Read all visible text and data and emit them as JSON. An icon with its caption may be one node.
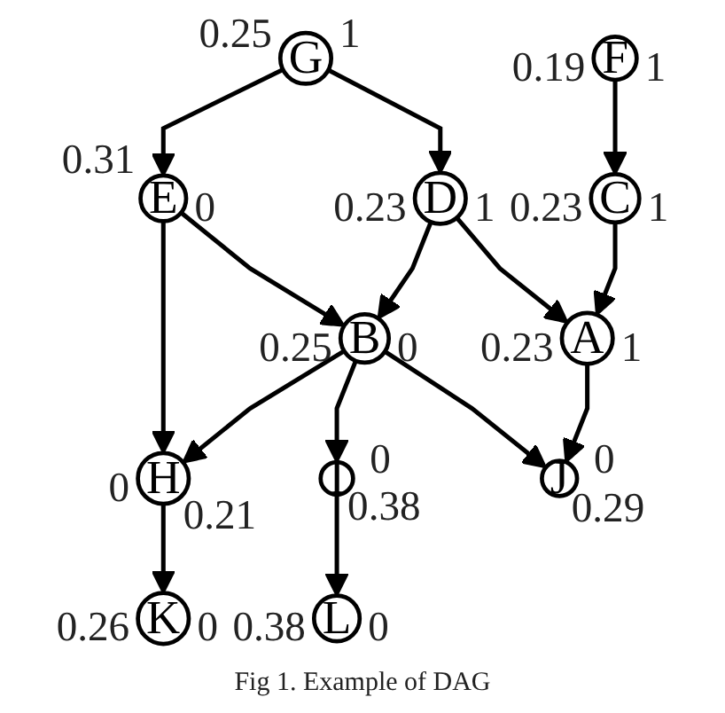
{
  "diagram": {
    "caption": "Fig 1. Example of DAG",
    "nodes": [
      {
        "text": [
          "G"
        ],
        "beside": [
          "0.25",
          "1"
        ]
      },
      {
        "text": [
          "F"
        ],
        "beside": [
          "0.19",
          "1"
        ]
      },
      {
        "text": [
          "E"
        ],
        "beside": [
          "0.31",
          "0"
        ]
      },
      {
        "text": [
          "D"
        ],
        "beside": [
          "0.23",
          "1"
        ]
      },
      {
        "text": [
          "C"
        ],
        "beside": [
          "0.23",
          "1"
        ]
      },
      {
        "text": [
          "B"
        ],
        "beside": [
          "0.25",
          "0"
        ]
      },
      {
        "text": [
          "A"
        ],
        "beside": [
          "0.23",
          "1"
        ]
      },
      {
        "text": [
          "H"
        ],
        "beside": [
          "0",
          "0.21"
        ]
      },
      {
        "text": [
          "I"
        ],
        "beside": [
          "0",
          "0.38"
        ]
      },
      {
        "text": [
          "J"
        ],
        "beside": [
          "0",
          "0.29"
        ]
      },
      {
        "text": [
          "K"
        ],
        "beside": [
          "0.26",
          "0"
        ]
      },
      {
        "text": [
          "L"
        ],
        "beside": [
          "0.38",
          "0"
        ]
      }
    ],
    "edges": [
      {
        "from": 0,
        "to": 2,
        "arrow": "to"
      },
      {
        "from": 0,
        "to": 3,
        "arrow": "to"
      },
      {
        "from": 1,
        "to": 4,
        "arrow": "to"
      },
      {
        "from": 2,
        "to": 5,
        "arrow": "to"
      },
      {
        "from": 2,
        "to": 7,
        "arrow": "to"
      },
      {
        "from": 3,
        "to": 5,
        "arrow": "to"
      },
      {
        "from": 3,
        "to": 6,
        "arrow": "to"
      },
      {
        "from": 4,
        "to": 6,
        "arrow": "to"
      },
      {
        "from": 5,
        "to": 7,
        "arrow": "to"
      },
      {
        "from": 5,
        "to": 8,
        "arrow": "to"
      },
      {
        "from": 5,
        "to": 9,
        "arrow": "to"
      },
      {
        "from": 6,
        "to": 9,
        "arrow": "to"
      },
      {
        "from": 7,
        "to": 10,
        "arrow": "to"
      },
      {
        "from": 8,
        "to": 11,
        "arrow": "to"
      }
    ]
  }
}
